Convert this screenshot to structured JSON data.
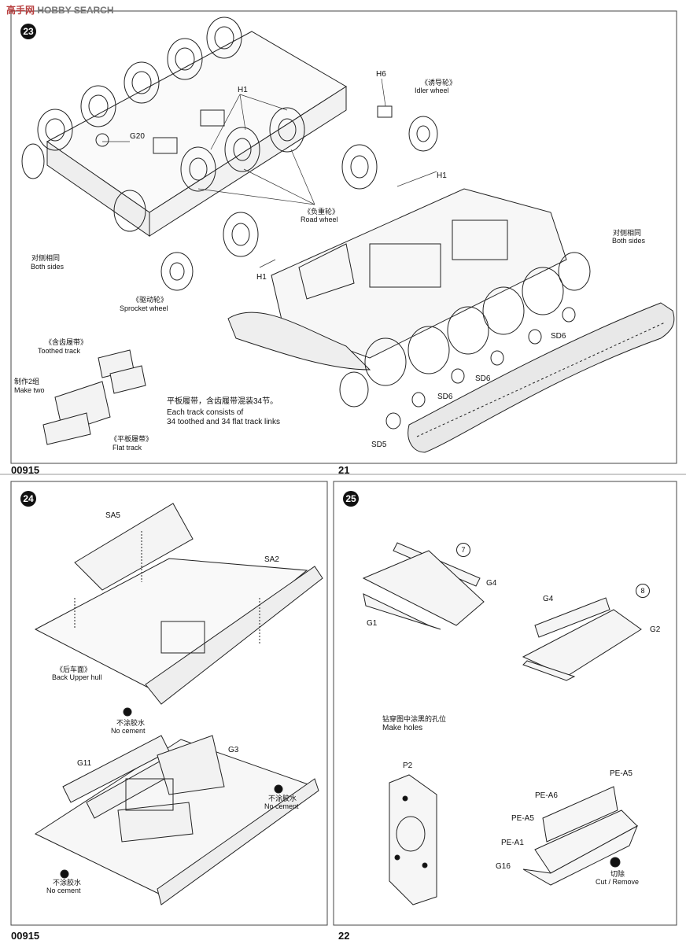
{
  "watermark": {
    "text": "HOBBY SEARCH",
    "logo": "高手网"
  },
  "page_top": {
    "step_badge": "23",
    "number": "21",
    "code": "00915",
    "labels": {
      "h6": "H6",
      "idler_cn": "《诱导轮》",
      "idler_en": "Idler wheel",
      "h1_top": "H1",
      "g20": "G20",
      "h1_right": "H1",
      "road_cn": "《负重轮》",
      "road_en": "Road wheel",
      "h1_bottom": "H1",
      "both_left_cn": "对侧相同",
      "both_left_en": "Both sides",
      "both_right_cn": "对侧相同",
      "both_right_en": "Both sides",
      "sprocket_cn": "《驱动轮》",
      "sprocket_en": "Sprocket wheel",
      "toothed_cn": "《含齿履带》",
      "toothed_en": "Toothed track",
      "make_two_cn": "制作2组",
      "make_two_en": "Make two",
      "flat_cn": "《平板履带》",
      "flat_en": "Flat track",
      "track_note_cn": "平板履带，含齿履带混装34节。",
      "track_note_en1": "Each track consists of",
      "track_note_en2": "34 toothed and 34 flat track links",
      "sd6_a": "SD6",
      "sd6_b": "SD6",
      "sd6_c": "SD6",
      "sd5": "SD5"
    }
  },
  "step24": {
    "badge": "24",
    "labels": {
      "sa5": "SA5",
      "sa2": "SA2",
      "back_hull_cn": "《后车面》",
      "back_hull_en": "Back Upper hull",
      "no_cement_1_cn": "不涂胶水",
      "no_cement_1_en": "No cement",
      "g11": "G11",
      "g3": "G3",
      "no_cement_2_cn": "不涂胶水",
      "no_cement_2_en": "No cement",
      "no_cement_3_cn": "不涂胶水",
      "no_cement_3_en": "No cement"
    }
  },
  "step25": {
    "badge": "25",
    "labels": {
      "circ7": "7",
      "g4_a": "G4",
      "g1": "G1",
      "circ8": "8",
      "g4_b": "G4",
      "g2": "G2",
      "make_holes_cn": "钻穿图中涂黑的孔位",
      "make_holes_en": "Make holes",
      "p2": "P2",
      "pe_a5_top": "PE-A5",
      "pe_a6": "PE-A6",
      "pe_a5": "PE-A5",
      "pe_a1": "PE-A1",
      "g16": "G16",
      "cut_cn": "切除",
      "cut_en": "Cut / Remove"
    }
  },
  "page_bottom": {
    "number": "22",
    "code": "00915"
  }
}
